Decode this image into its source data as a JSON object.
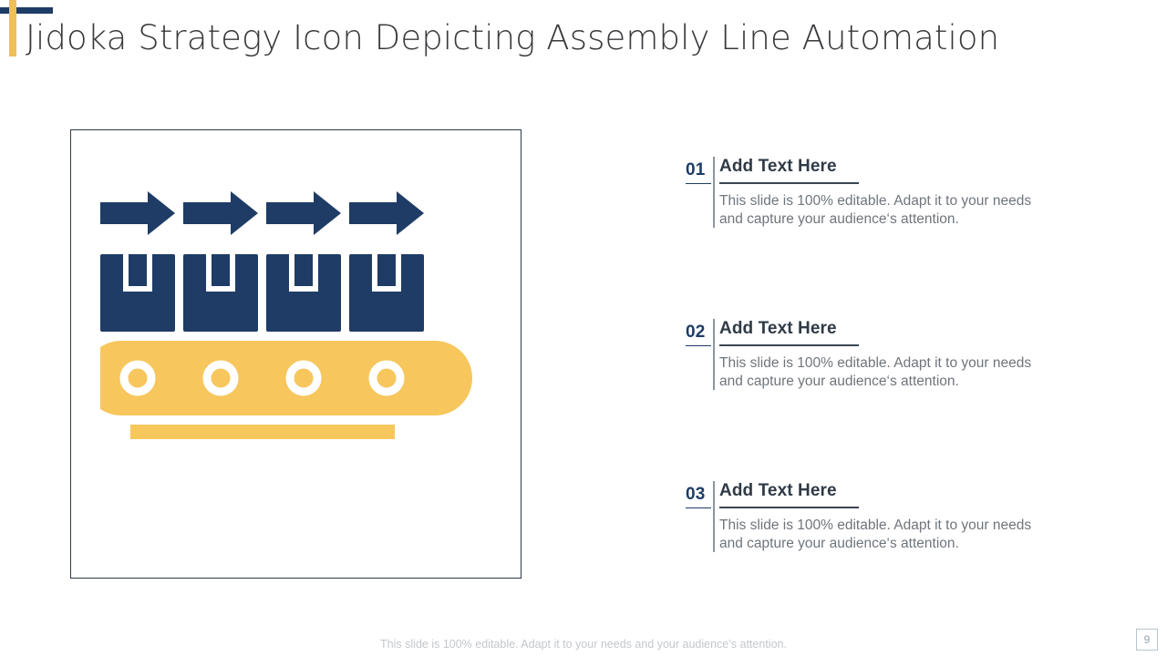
{
  "slide": {
    "title": "Jidoka Strategy Icon Depicting Assembly Line Automation",
    "page_number": "9",
    "footer_note": "This slide is 100% editable. Adapt it to your needs and your audience’s attention.",
    "colors": {
      "navy": "#1f3c66",
      "gold": "#f7c65c",
      "title_text": "#37393c",
      "body_text": "#6f757c",
      "heading_text": "#2f3a46",
      "panel_border": "#2b3a48",
      "footer_text": "#c3c7cc"
    }
  },
  "illustration": {
    "name": "assembly-line-conveyor-icon",
    "arrow_count": 4,
    "box_count": 4,
    "roller_count": 4,
    "arrow_color": "#1f3c66",
    "box_color": "#1f3c66",
    "belt_color": "#f7c65c",
    "roller_color": "#ffffff",
    "base_bar_color": "#f7c65c"
  },
  "blocks": [
    {
      "number": "01",
      "heading": "Add Text Here",
      "text": "This slide is 100% editable. Adapt it to your needs and capture your audience‘s attention."
    },
    {
      "number": "02",
      "heading": "Add Text Here",
      "text": "This slide is 100% editable. Adapt it to your needs and capture your audience‘s attention."
    },
    {
      "number": "03",
      "heading": "Add Text Here",
      "text": "This slide is 100% editable. Adapt it to your needs and capture your audience‘s attention."
    }
  ]
}
